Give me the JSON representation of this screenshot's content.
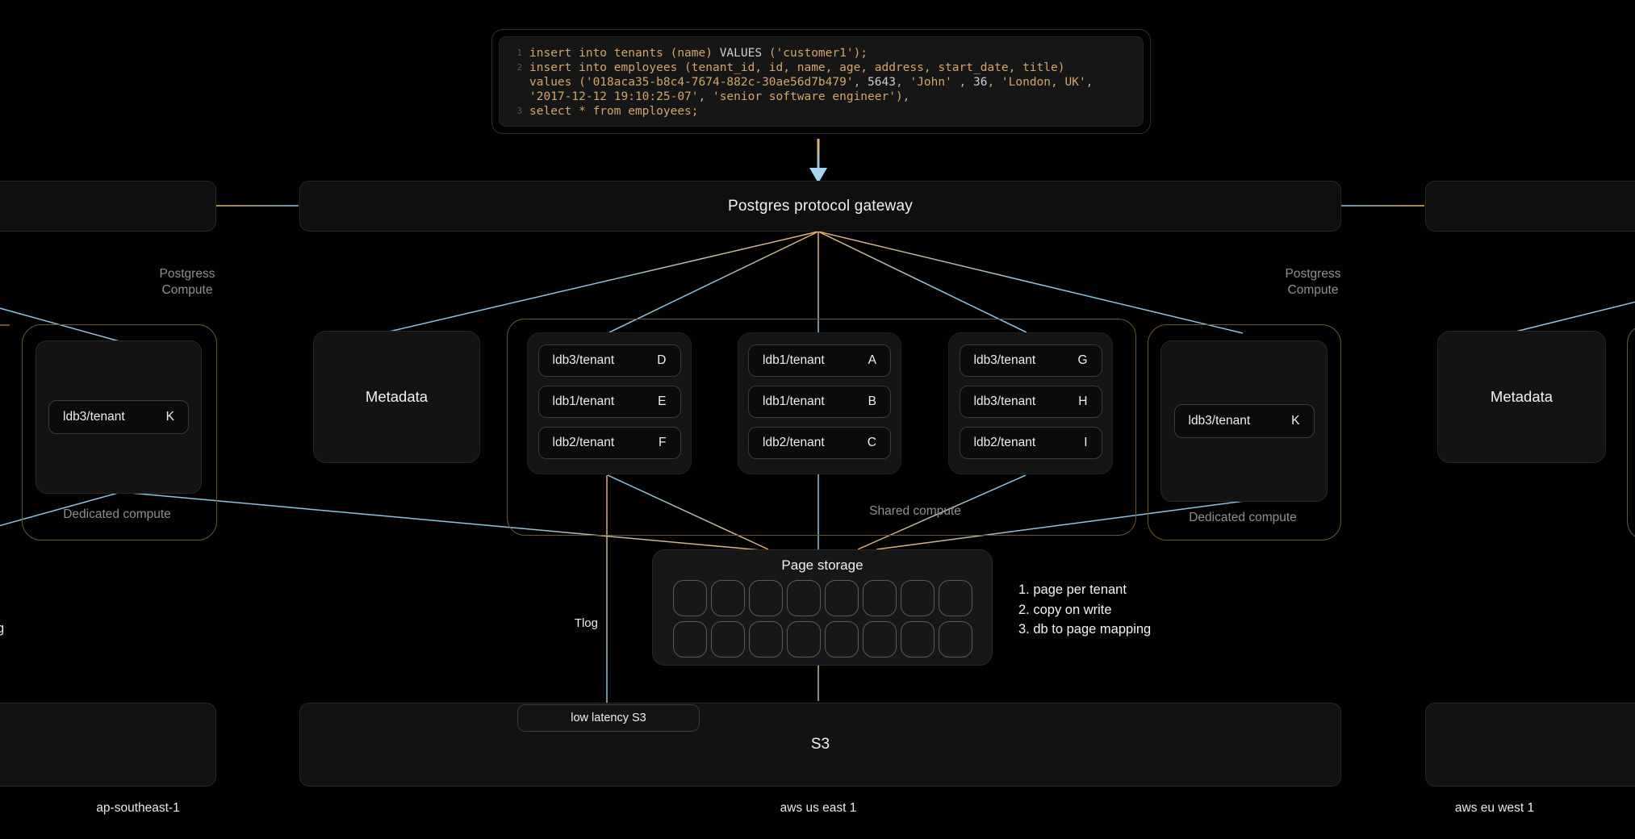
{
  "code_panel": {
    "lines": [
      {
        "num": "1",
        "parts": [
          [
            "insert into tenants (name) ",
            "a"
          ],
          [
            "VALUES ",
            "b"
          ],
          [
            "('customer1');",
            "a"
          ]
        ]
      },
      {
        "num": "2",
        "parts": [
          [
            "insert into employees (tenant_id, id, name, age, address, start_date, title)",
            "a"
          ]
        ]
      },
      {
        "num": "",
        "parts": [
          [
            "values ('018aca35-b8c4-7674-882c-30ae56d7b479', ",
            "a"
          ],
          [
            "5643",
            "b"
          ],
          [
            ", 'John' , ",
            "a"
          ],
          [
            "36",
            "b"
          ],
          [
            ", 'London, UK',",
            "a"
          ]
        ]
      },
      {
        "num": "",
        "parts": [
          [
            "'2017-12-12 19:10:25-07', 'senior software engineer'),",
            "a"
          ]
        ]
      },
      {
        "num": "3",
        "parts": [
          [
            "select * from employees;",
            "a"
          ]
        ]
      }
    ]
  },
  "gateway": {
    "label": "Postgres protocol gateway"
  },
  "compute_label": {
    "line1": "Postgress",
    "line2": "Compute"
  },
  "metadata": {
    "label": "Metadata"
  },
  "shared": {
    "label": "Shared compute",
    "groups": [
      {
        "chips": [
          {
            "name": "ldb3/tenant",
            "letter": "D"
          },
          {
            "name": "ldb1/tenant",
            "letter": "E"
          },
          {
            "name": "ldb2/tenant",
            "letter": "F"
          }
        ]
      },
      {
        "chips": [
          {
            "name": "ldb1/tenant",
            "letter": "A"
          },
          {
            "name": "ldb1/tenant",
            "letter": "B"
          },
          {
            "name": "ldb2/tenant",
            "letter": "C"
          }
        ]
      },
      {
        "chips": [
          {
            "name": "ldb3/tenant",
            "letter": "G"
          },
          {
            "name": "ldb3/tenant",
            "letter": "H"
          },
          {
            "name": "ldb2/tenant",
            "letter": "I"
          }
        ]
      }
    ]
  },
  "dedicated": {
    "label": "Dedicated compute",
    "chip": {
      "name": "ldb3/tenant",
      "letter": "K"
    }
  },
  "page_storage": {
    "title": "Page storage",
    "grid": {
      "rows": 2,
      "cols": 8
    },
    "notes": [
      "1. page per tenant",
      "2. copy on write",
      "3. db to page mapping"
    ]
  },
  "tlog": {
    "label": "Tlog"
  },
  "s3": {
    "low_latency_label": "low latency S3",
    "label": "S3"
  },
  "regions": [
    "ap-southeast-1",
    "aws us east 1",
    "aws eu west 1"
  ],
  "fragment": {
    "text": "g"
  },
  "colors": {
    "accent_orange": "#eab06b",
    "accent_blue": "#8cc2e6",
    "zone_border": "#6e5634"
  }
}
